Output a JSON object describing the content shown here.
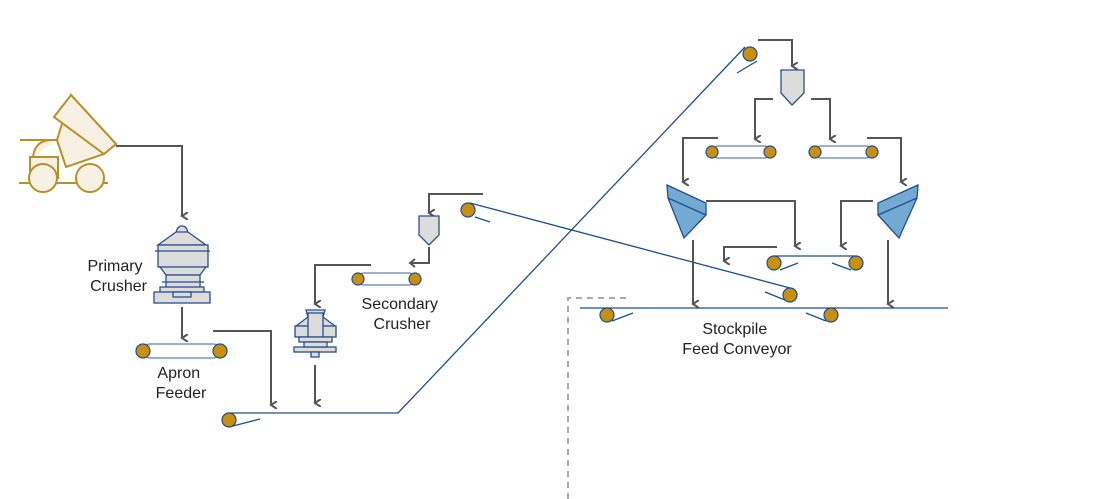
{
  "labels": {
    "primary_crusher": [
      "Primary",
      "Crusher"
    ],
    "apron_feeder": [
      "Apron",
      "Feeder"
    ],
    "secondary_crusher": [
      "Secondary",
      "Crusher"
    ],
    "stockpile_feed_conveyor": [
      "Stockpile",
      "Feed Conveyor"
    ]
  },
  "colors": {
    "flow_arrow": "#555555",
    "conveyor_belt": "#1f4e8c",
    "pulley": "#c8900e",
    "equipment": "#dcdcdc",
    "cone_crusher": "#72aad2",
    "haul_truck": "#b8902a",
    "boundary": "#aaaaaa"
  }
}
